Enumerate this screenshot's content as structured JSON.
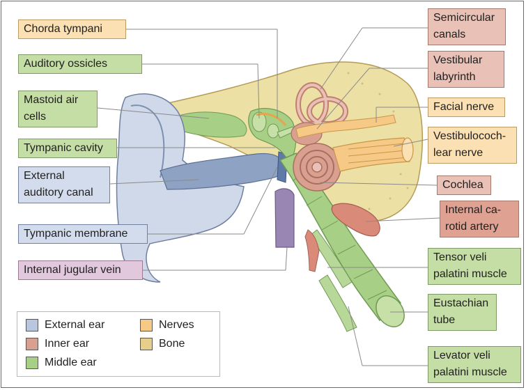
{
  "labels": {
    "chorda_tympani": "Chorda tympani",
    "auditory_ossicles": "Auditory ossicles",
    "mastoid_air_cells": "Mastoid air\ncells",
    "tympanic_cavity": "Tympanic cavity",
    "external_auditory_canal": "External\nauditory canal",
    "tympanic_membrane": "Tympanic membrane",
    "internal_jugular_vein": "Internal jugular vein",
    "semicircular_canals": "Semicircular\ncanals",
    "vestibular_labyrinth": "Vestibular\nlabyrinth",
    "facial_nerve": "Facial nerve",
    "vestibulocochlear_nerve": "Vestibulococh-\nlear nerve",
    "cochlea": "Cochlea",
    "internal_carotid_artery": "Internal ca-\nrotid artery",
    "tensor_veli_palatini": "Tensor veli\npalatini muscle",
    "eustachian_tube": "Eustachian\ntube",
    "levator_veli_palatini": "Levator veli\npalatini muscle"
  },
  "legend": [
    {
      "label": "External ear",
      "color": "#b9c7de"
    },
    {
      "label": "Nerves",
      "color": "#f7c987"
    },
    {
      "label": "Inner ear",
      "color": "#d9a090"
    },
    {
      "label": "Bone",
      "color": "#e6cf8a"
    },
    {
      "label": "Middle ear",
      "color": "#a8cf86"
    }
  ],
  "colors": {
    "external_ear": "#b9c7de",
    "inner_ear": "#d9a090",
    "middle_ear": "#a8cf86",
    "nerves": "#f7c987",
    "bone": "#ede0a5",
    "vein": "#9a86b3",
    "artery": "#d98a78"
  }
}
